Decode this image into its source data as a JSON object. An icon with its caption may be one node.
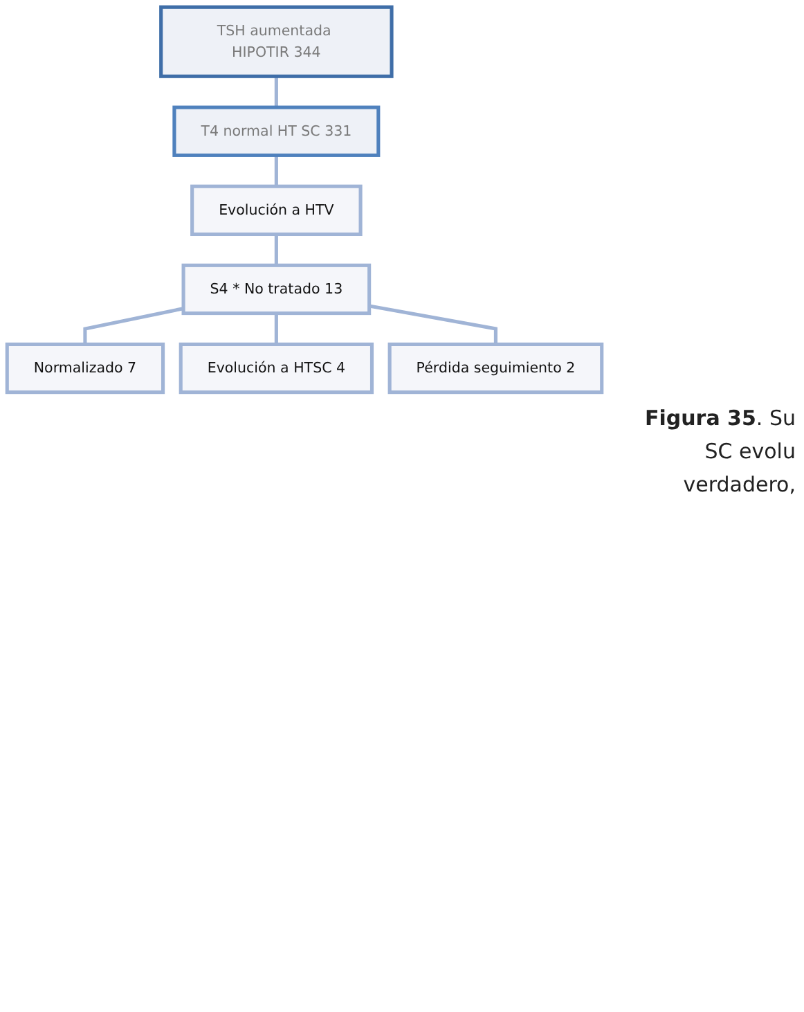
{
  "diagram": {
    "caption": "**Figura 35**. Su SC evolu verdadero,",
    "nodes": [
      {
        "text": [
          "TSH aumentada HIPOTIR 344"
        ]
      },
      {
        "text": [
          "T4 normal HT SC 331"
        ]
      },
      {
        "text": [
          "Evolución a HTV"
        ]
      },
      {
        "text": [
          "S4 * No tratado 13"
        ]
      },
      {
        "text": [
          "Normalizado 7"
        ]
      },
      {
        "text": [
          "Evolución a HTSC 4"
        ]
      },
      {
        "text": [
          "Pérdida seguimiento 2"
        ]
      }
    ],
    "edges": [
      {
        "from": 0,
        "to": 1,
        "arrow": "none"
      },
      {
        "from": 1,
        "to": 2,
        "arrow": "none"
      },
      {
        "from": 2,
        "to": 3,
        "arrow": "none"
      },
      {
        "from": 3,
        "to": 4,
        "arrow": "none"
      },
      {
        "from": 3,
        "to": 5,
        "arrow": "none"
      },
      {
        "from": 3,
        "to": 6,
        "arrow": "none"
      }
    ]
  }
}
